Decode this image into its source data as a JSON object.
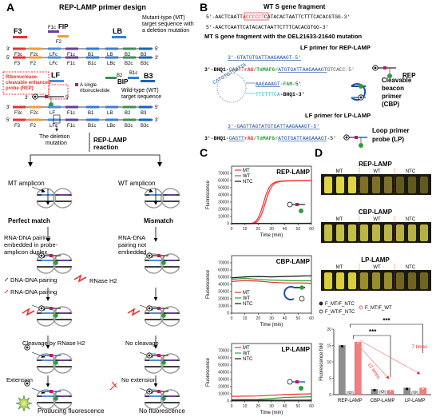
{
  "panels": {
    "a": "A",
    "b": "B",
    "c": "C",
    "d": "D"
  },
  "panel_a": {
    "title": "REP-LAMP primer design",
    "mt_label_1": "Mutant-type (MT)",
    "mt_label_2": "target sequence with",
    "mt_label_3": "a deletion mutation",
    "primers": {
      "f3": "F3",
      "f1c": "F1c",
      "fip": "FIP",
      "f2": "F2",
      "lb": "LB",
      "lf": "LF",
      "bip": "BIP",
      "b2": "B2",
      "b1c": "B1c",
      "b3": "B3"
    },
    "regions_top": [
      "F3c",
      "F2c",
      "LFc",
      "F1c",
      "B1",
      "LB",
      "B2",
      "B3"
    ],
    "regions_mid": [
      "F3",
      "F2",
      "LFc",
      "F1c",
      "B1c",
      "LBc",
      "B2c",
      "B3c"
    ],
    "regions_wt_top": [
      "F3c",
      "F2c",
      "LF",
      "F1c",
      "B1",
      "LB",
      "B2",
      "B3"
    ],
    "regions_wt_bottom": [
      "F3",
      "F2",
      "LFc",
      "F1c",
      "B1c",
      "LBc",
      "B2c",
      "B3c"
    ],
    "rep_label_1": "Ribonuclease-",
    "rep_label_2": "cleavable enhanced",
    "rep_label_3": "probe (REP)",
    "ribo_label_1": "A single",
    "ribo_label_2": "ribonucleotide",
    "wt_label_1": "Wild-type (WT)",
    "wt_label_2": "target sequence",
    "deletion_1": "The deletion",
    "deletion_2": "mutation",
    "reaction_1": "REP-LAMP",
    "reaction_2": "reaction",
    "mt_amplicon": "MT amplicon",
    "wt_amplicon": "WT amplicon",
    "perfect_match": "Perfect match",
    "mismatch": "Mismatch",
    "embedded_1": "RNA-DNA pairing",
    "embedded_2": "embedded in probe-",
    "embedded_3": "amplicon duplex",
    "not_embedded_1": "RNA-DNA",
    "not_embedded_2": "pairing not",
    "not_embedded_3": "embedded",
    "rnase": "RNase H2",
    "dna_dna": "DNA-DNA pairing",
    "rna_dna": "RNA-DNA pairing",
    "cleavage": "Cleavage by RNase H2",
    "no_cleavage": "No cleavage",
    "extension": "Extension",
    "no_extension": "No extension",
    "producing": "Producing fluorescence",
    "no_fluor": "No fluorescence",
    "five": "5'",
    "three": "3'"
  },
  "panel_b": {
    "wt_title": "WT S gene fragment",
    "wt_seq_pre": "5'-AACTCAATT",
    "wt_seq_box": "ACCCCCT",
    "wt_seq_post": "CATACACTAATTCTTTCACACGTGG-3'",
    "mt_seq": "5'-AACTCAATTCATACACTAATTCTTTCACACGTGG-3'",
    "mt_title": "MT S gene fragment with the DEL21633-21640 mutation",
    "lf_primer_title": "LF primer for REP-LAMP",
    "lf_primer_seq": "3'-GTATGTGATTAAGAAAGT-5'",
    "rep_seq_a": "3'-BHQ1-",
    "rep_seq_b": "GAGTT",
    "rep_seq_c": "rAG",
    "rep_seq_d": "/TdMAF6/",
    "rep_seq_e": "ATGTGATTAAGAAAGT",
    "rep_seq_f": "GTCACC-5'",
    "rep_label": "REP",
    "cbp_stem_top": "AAGAAAGT-FAM-5'",
    "cbp_stem_bottom": "TTCTTTCA-BHQ1-3'",
    "cbp_loop": "CATGTGTGATTA",
    "cbp_label_1": "Cleavable",
    "cbp_label_2": "beacon",
    "cbp_label_3": "primer",
    "cbp_label_4": "(CBP)",
    "lf_lp_title": "LF primer for LP-LAMP",
    "lf_lp_seq": "3'-GAGTTAGTATGTGATTAAGAAAGT-5'",
    "lp_seq_b": "GAGTT",
    "lp_seq_e": "ATGTGATTAAGAAAGT",
    "lp_seq_f": "-5'",
    "lp_label_1": "Loop primer",
    "lp_label_2": "probe (LP)"
  },
  "panel_d": {
    "gel_titles": [
      "REP-LAMP",
      "CBP-LAMP",
      "LP-LAMP"
    ],
    "gel_groups": [
      "MT",
      "WT",
      "NTC"
    ],
    "legend_mt_ntc": "F_MT/F_NTC",
    "legend_wt_ntc": "F_WT/F_NTC",
    "legend_mt_wt": "F_MT/F_WT",
    "sig_1": "***",
    "sig_2": "***",
    "ann_12": "12 times",
    "ann_7": "7 times"
  },
  "chart_data": [
    {
      "type": "line",
      "title": "REP-LAMP",
      "xlabel": "Time (min)",
      "ylabel": "Fluorescence",
      "xlim": [
        0,
        60
      ],
      "ylim": [
        0,
        80000
      ],
      "xticks": [
        0,
        10,
        20,
        30,
        40,
        50,
        60
      ],
      "yticks": [
        0,
        10000,
        20000,
        30000,
        40000,
        50000,
        60000,
        70000
      ],
      "legend": "top-left",
      "series": [
        {
          "name": "MT",
          "color": "#e8312f",
          "x": [
            0,
            14,
            16,
            18,
            20,
            22,
            24,
            26,
            28,
            30,
            33,
            36,
            40,
            50,
            60
          ],
          "y": [
            0,
            0,
            1000,
            3000,
            8000,
            17000,
            29000,
            41000,
            50000,
            55000,
            58000,
            59000,
            59500,
            60000,
            60000
          ]
        },
        {
          "name": "MT",
          "color": "#e8312f",
          "x": [
            0,
            15,
            17,
            19,
            21,
            23,
            25,
            27,
            29,
            31,
            34,
            37,
            41,
            50,
            60
          ],
          "y": [
            0,
            0,
            800,
            2500,
            7000,
            15000,
            27000,
            39000,
            48000,
            54000,
            57500,
            58800,
            59300,
            59800,
            59800
          ]
        },
        {
          "name": "WT",
          "color": "#2e9e3a",
          "x": [
            0,
            60
          ],
          "y": [
            400,
            700
          ]
        },
        {
          "name": "NTC",
          "color": "#111111",
          "x": [
            0,
            60
          ],
          "y": [
            200,
            300
          ]
        }
      ]
    },
    {
      "type": "line",
      "title": "CBP-LAMP",
      "xlabel": "Time (min)",
      "ylabel": "Fluorescence",
      "xlim": [
        0,
        60
      ],
      "ylim": [
        0,
        80000
      ],
      "xticks": [
        0,
        10,
        20,
        30,
        40,
        50,
        60
      ],
      "yticks": [
        0,
        10000,
        20000,
        30000,
        40000,
        50000,
        60000,
        70000
      ],
      "legend": "bottom-left",
      "series": [
        {
          "name": "MT",
          "color": "#e8312f",
          "x": [
            0,
            10,
            20,
            30,
            40,
            50,
            60
          ],
          "y": [
            44000,
            45500,
            44500,
            43000,
            42000,
            42000,
            41500
          ]
        },
        {
          "name": "WT",
          "color": "#2e9e3a",
          "x": [
            0,
            10,
            20,
            30,
            40,
            50,
            60
          ],
          "y": [
            47000,
            48500,
            47000,
            46000,
            45500,
            45000,
            45000
          ]
        },
        {
          "name": "NTC",
          "color": "#111111",
          "x": [
            0,
            10,
            20,
            30,
            40,
            50,
            60
          ],
          "y": [
            49000,
            50500,
            51000,
            50500,
            51000,
            51500,
            52000
          ]
        }
      ]
    },
    {
      "type": "line",
      "title": "LP-LAMP",
      "xlabel": "Time (min)",
      "ylabel": "Fluorescence",
      "xlim": [
        0,
        60
      ],
      "ylim": [
        0,
        80000
      ],
      "xticks": [
        0,
        10,
        20,
        30,
        40,
        50,
        60
      ],
      "yticks": [
        0,
        10000,
        20000,
        30000,
        40000,
        50000,
        60000,
        70000
      ],
      "legend": "top-left",
      "series": [
        {
          "name": "MT",
          "color": "#e8312f",
          "x": [
            0,
            20,
            30,
            40,
            50,
            60
          ],
          "y": [
            6500,
            7000,
            8000,
            9000,
            9500,
            10000
          ]
        },
        {
          "name": "WT",
          "color": "#2e9e3a",
          "x": [
            0,
            20,
            30,
            40,
            50,
            60
          ],
          "y": [
            2000,
            2200,
            3500,
            5000,
            5500,
            6000
          ]
        },
        {
          "name": "NTC",
          "color": "#111111",
          "x": [
            0,
            60
          ],
          "y": [
            1000,
            1200
          ]
        }
      ]
    },
    {
      "type": "bar",
      "ylabel": "Fluorescence fold",
      "categories": [
        "REP-LAMP",
        "CBP-LAMP",
        "LP-LAMP"
      ],
      "ylim": [
        0,
        20
      ],
      "yticks": [
        0,
        5,
        10,
        15,
        20
      ],
      "series": [
        {
          "name": "F_MT/F_NTC",
          "color": "#8e8e8e",
          "values": [
            15.0,
            1.6,
            2.0
          ]
        },
        {
          "name": "F_WT/F_NTC",
          "color": "#d9d9d9",
          "values": [
            0.9,
            1.2,
            1.0
          ]
        },
        {
          "name": "F_MT/F_WT",
          "color": "#f08080",
          "values": [
            16.0,
            1.3,
            2.0
          ]
        }
      ]
    }
  ]
}
